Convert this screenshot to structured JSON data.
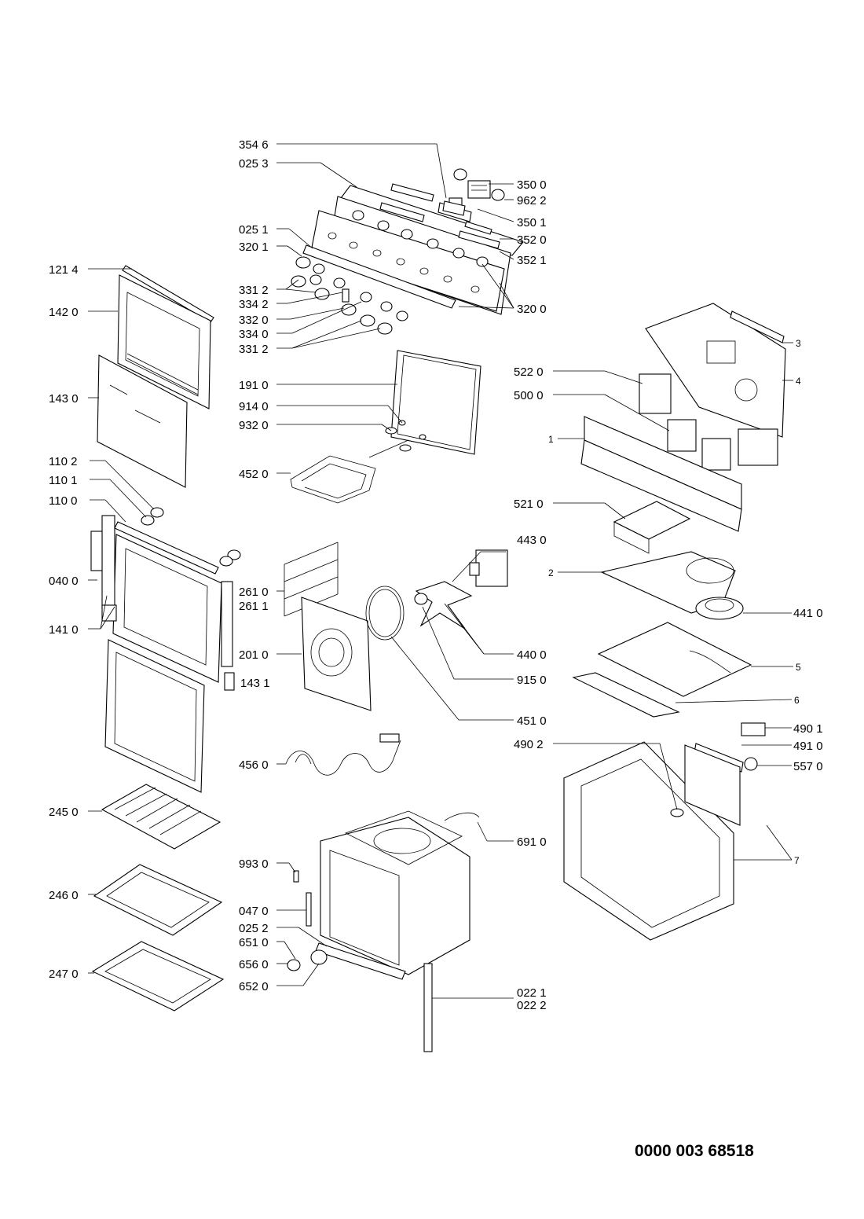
{
  "document_number": "0000 003 68518",
  "callouts": [
    {
      "id": "c3546",
      "label": "354 6"
    },
    {
      "id": "c0253",
      "label": "025 3"
    },
    {
      "id": "c3500",
      "label": "350 0"
    },
    {
      "id": "c9622",
      "label": "962 2"
    },
    {
      "id": "c3501",
      "label": "350 1"
    },
    {
      "id": "c0251",
      "label": "025 1"
    },
    {
      "id": "c3520",
      "label": "352 0"
    },
    {
      "id": "c3201",
      "label": "320 1"
    },
    {
      "id": "c3521",
      "label": "352 1"
    },
    {
      "id": "c1214",
      "label": "121 4"
    },
    {
      "id": "c3312a",
      "label": "331 2"
    },
    {
      "id": "c3342",
      "label": "334 2"
    },
    {
      "id": "c1420",
      "label": "142 0"
    },
    {
      "id": "c3320",
      "label": "332 0"
    },
    {
      "id": "c3200",
      "label": "320 0"
    },
    {
      "id": "c3340",
      "label": "334 0"
    },
    {
      "id": "c3312b",
      "label": "331 2"
    },
    {
      "id": "c3",
      "label": "3"
    },
    {
      "id": "c4",
      "label": "4"
    },
    {
      "id": "c5220",
      "label": "522 0"
    },
    {
      "id": "c1910",
      "label": "191 0"
    },
    {
      "id": "c5000",
      "label": "500 0"
    },
    {
      "id": "c1430",
      "label": "143 0"
    },
    {
      "id": "c9140",
      "label": "914 0"
    },
    {
      "id": "c9320",
      "label": "932 0"
    },
    {
      "id": "c1",
      "label": "1"
    },
    {
      "id": "c1102",
      "label": "110 2"
    },
    {
      "id": "c4520",
      "label": "452 0"
    },
    {
      "id": "c1101",
      "label": "110 1"
    },
    {
      "id": "c1100",
      "label": "110 0"
    },
    {
      "id": "c5210",
      "label": "521 0"
    },
    {
      "id": "c4430",
      "label": "443 0"
    },
    {
      "id": "c0400",
      "label": "040 0"
    },
    {
      "id": "c2",
      "label": "2"
    },
    {
      "id": "c2610",
      "label": "261 0"
    },
    {
      "id": "c2611",
      "label": "261 1"
    },
    {
      "id": "c4410",
      "label": "441 0"
    },
    {
      "id": "c1410",
      "label": "141 0"
    },
    {
      "id": "c2010",
      "label": "201 0"
    },
    {
      "id": "c4400",
      "label": "440 0"
    },
    {
      "id": "c5",
      "label": "5"
    },
    {
      "id": "c1431",
      "label": "143 1"
    },
    {
      "id": "c9150",
      "label": "915 0"
    },
    {
      "id": "c6",
      "label": "6"
    },
    {
      "id": "c4510",
      "label": "451 0"
    },
    {
      "id": "c4901",
      "label": "490 1"
    },
    {
      "id": "c4902",
      "label": "490 2"
    },
    {
      "id": "c4910",
      "label": "491 0"
    },
    {
      "id": "c4560",
      "label": "456 0"
    },
    {
      "id": "c5570",
      "label": "557 0"
    },
    {
      "id": "c2450",
      "label": "245 0"
    },
    {
      "id": "c6910",
      "label": "691 0"
    },
    {
      "id": "c9930",
      "label": "993 0"
    },
    {
      "id": "c7",
      "label": "7"
    },
    {
      "id": "c2460",
      "label": "246 0"
    },
    {
      "id": "c0470",
      "label": "047 0"
    },
    {
      "id": "c0252",
      "label": "025 2"
    },
    {
      "id": "c6510",
      "label": "651 0"
    },
    {
      "id": "c6560",
      "label": "656 0"
    },
    {
      "id": "c2470",
      "label": "247 0"
    },
    {
      "id": "c6520",
      "label": "652 0"
    },
    {
      "id": "c0221",
      "label": "022 1"
    },
    {
      "id": "c0222",
      "label": "022 2"
    }
  ]
}
